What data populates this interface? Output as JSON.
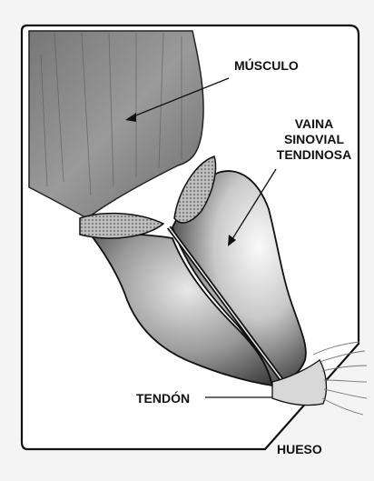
{
  "labels": {
    "musculo": "MÚSCULO",
    "vaina_line1": "VAINA",
    "vaina_line2": "SINOVIAL",
    "vaina_line3": "TENDINOSA",
    "tendon": "TENDÓN",
    "hueso": "HUESO"
  },
  "colors": {
    "background": "#f4f4f4",
    "panel": "#ffffff",
    "outline": "#111111",
    "muscle": "#8e8e8e",
    "sheath_light": "#f2f2f2",
    "sheath_dark": "#3a3a3a"
  }
}
